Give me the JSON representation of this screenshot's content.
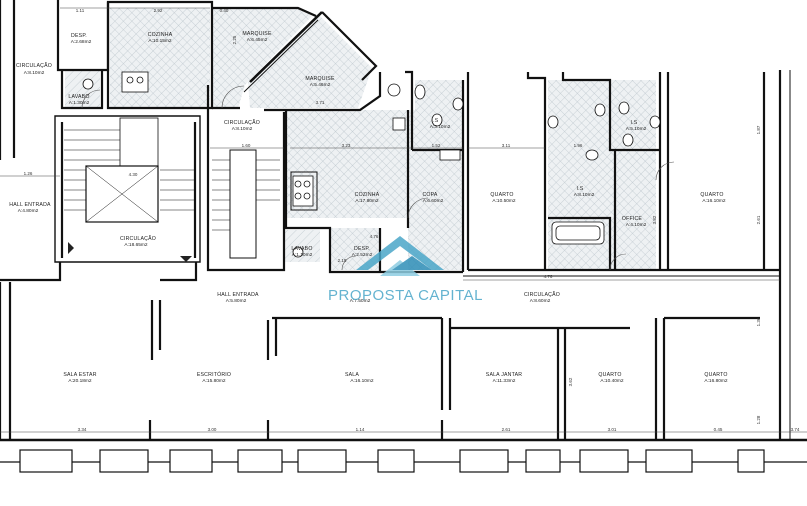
{
  "watermark": {
    "text": "PROPOSTA CAPITAL",
    "color": "#4aa6c8"
  },
  "rooms": [
    {
      "id": "circ-top-left",
      "name": "CIRCULAÇÃO",
      "area": "A:8.10m2"
    },
    {
      "id": "desp",
      "name": "DESP.",
      "area": "A:2.68m2"
    },
    {
      "id": "lavabo-top",
      "name": "LAVABO",
      "area": "A:1.30m2"
    },
    {
      "id": "cozinha-top",
      "name": "COZINHA",
      "area": "A:10.15m2"
    },
    {
      "id": "marquise-1",
      "name": "MARQUISE",
      "area": "A:6.45m2"
    },
    {
      "id": "marquise-2",
      "name": "MARQUISE",
      "area": "A:5.46m2"
    },
    {
      "id": "circ-mid",
      "name": "CIRCULAÇÃO",
      "area": "A:8.10m2"
    },
    {
      "id": "hall-left",
      "name": "HALL ENTRADA",
      "area": "A:4.80m2"
    },
    {
      "id": "circ-stair",
      "name": "CIRCULAÇÃO",
      "area": "A:18.65m2"
    },
    {
      "id": "is-top",
      "name": "I.S",
      "area": "A:3.10m2"
    },
    {
      "id": "cozinha-mid",
      "name": "COZINHA",
      "area": "A:17.80m2"
    },
    {
      "id": "copa",
      "name": "COPA",
      "area": "A:6.60m2"
    },
    {
      "id": "lavabo-mid",
      "name": "LAVABO",
      "area": "A:1.10m2"
    },
    {
      "id": "desp-mid",
      "name": "DESP.",
      "area": "A:2.52m2"
    },
    {
      "id": "quarto-1",
      "name": "QUARTO",
      "area": "A:10.50m2"
    },
    {
      "id": "is-right",
      "name": "I.S",
      "area": "A:5.10m2"
    },
    {
      "id": "is-big",
      "name": "I.S",
      "area": "A:8.10m2"
    },
    {
      "id": "quarto-2",
      "name": "QUARTO",
      "area": "A:16.10m2"
    },
    {
      "id": "office",
      "name": "OFFICE",
      "area": "A:4.10m2"
    },
    {
      "id": "hall-center",
      "name": "HALL ENTRADA",
      "area": "A:5.80m2"
    },
    {
      "id": "hall-small",
      "name": "",
      "area": "A:7.50m2"
    },
    {
      "id": "circ-right",
      "name": "CIRCULAÇÃO",
      "area": "A:8.60m2"
    },
    {
      "id": "sala-estar",
      "name": "SALA ESTAR",
      "area": "A:20.18m2"
    },
    {
      "id": "escritorio",
      "name": "ESCRITÓRIO",
      "area": "A:15.80m2"
    },
    {
      "id": "sala",
      "name": "SALA",
      "area": "A:16.10m2"
    },
    {
      "id": "sala-jantar",
      "name": "SALA JANTAR",
      "area": "A:11.33m2"
    },
    {
      "id": "quarto-3",
      "name": "QUARTO",
      "area": "A:10.40m2"
    },
    {
      "id": "quarto-4",
      "name": "QUARTO",
      "area": "A:16.80m2"
    }
  ],
  "dimensions": [
    {
      "id": "d-1",
      "text": "1.11"
    },
    {
      "id": "d-2",
      "text": "2.92"
    },
    {
      "id": "d-3",
      "text": "0.40"
    },
    {
      "id": "d-4",
      "text": "2.25"
    },
    {
      "id": "d-5",
      "text": "1.26"
    },
    {
      "id": "d-6",
      "text": "4.30"
    },
    {
      "id": "d-7",
      "text": "1.60"
    },
    {
      "id": "d-8",
      "text": "3.23"
    },
    {
      "id": "d-9",
      "text": "1.52"
    },
    {
      "id": "d-10",
      "text": "3.11"
    },
    {
      "id": "d-11",
      "text": "1.96"
    },
    {
      "id": "d-12",
      "text": "3.71"
    },
    {
      "id": "d-13",
      "text": "4.76"
    },
    {
      "id": "d-14",
      "text": "4.76"
    },
    {
      "id": "d-15",
      "text": "3.34"
    },
    {
      "id": "d-16",
      "text": "3.00"
    },
    {
      "id": "d-17",
      "text": "1.14"
    },
    {
      "id": "d-18",
      "text": "2.61"
    },
    {
      "id": "d-19",
      "text": "3.01"
    },
    {
      "id": "d-20",
      "text": "0.45"
    },
    {
      "id": "d-21",
      "text": "3.74"
    },
    {
      "id": "d-22",
      "text": "1.87"
    },
    {
      "id": "d-23",
      "text": "2.61"
    },
    {
      "id": "d-24",
      "text": "3.82"
    },
    {
      "id": "d-25",
      "text": "3.62"
    },
    {
      "id": "d-26",
      "text": "1.36"
    },
    {
      "id": "d-27",
      "text": "1.28"
    },
    {
      "id": "d-28",
      "text": "2.19"
    }
  ]
}
